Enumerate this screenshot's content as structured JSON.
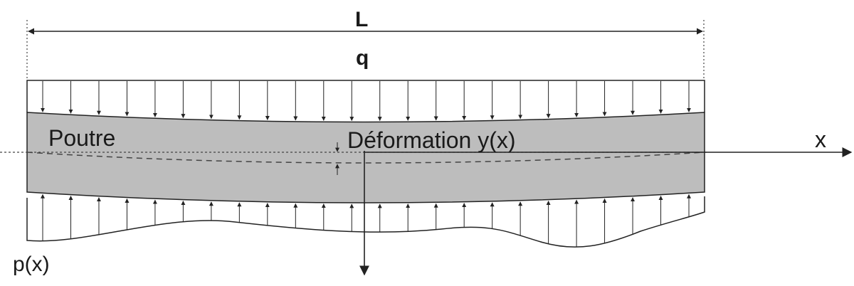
{
  "labels": {
    "length": "L",
    "load": "q",
    "beam": "Poutre",
    "deflection": "Déformation y(x)",
    "axis_x": "x",
    "reaction": "p(x)"
  },
  "colors": {
    "beam_fill": "#bdbdbd",
    "line": "#222222",
    "background": "#ffffff"
  },
  "counts": {
    "load_arrows": 24,
    "reaction_arrows": 24
  }
}
